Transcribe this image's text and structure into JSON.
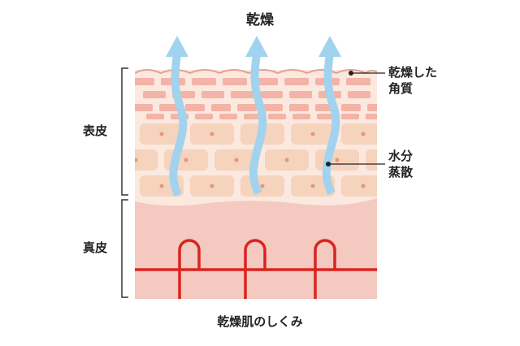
{
  "title": "乾燥",
  "caption": "乾燥肌のしくみ",
  "labels": {
    "epidermis": "表皮",
    "dermis": "真皮",
    "dry_keratin_line1": "乾燥した",
    "dry_keratin_line2": "角質",
    "evaporation_line1": "水分",
    "evaporation_line2": "蒸散"
  },
  "colors": {
    "dermis": "#f3c9c0",
    "epidermis_bg": "#fbe8df",
    "cell": "#f6d3bc",
    "nucleus": "#e59873",
    "keratin": "#f3b3a6",
    "capillary": "#d9231f",
    "arrow": "#a2d3ee",
    "bracket": "#333333"
  }
}
